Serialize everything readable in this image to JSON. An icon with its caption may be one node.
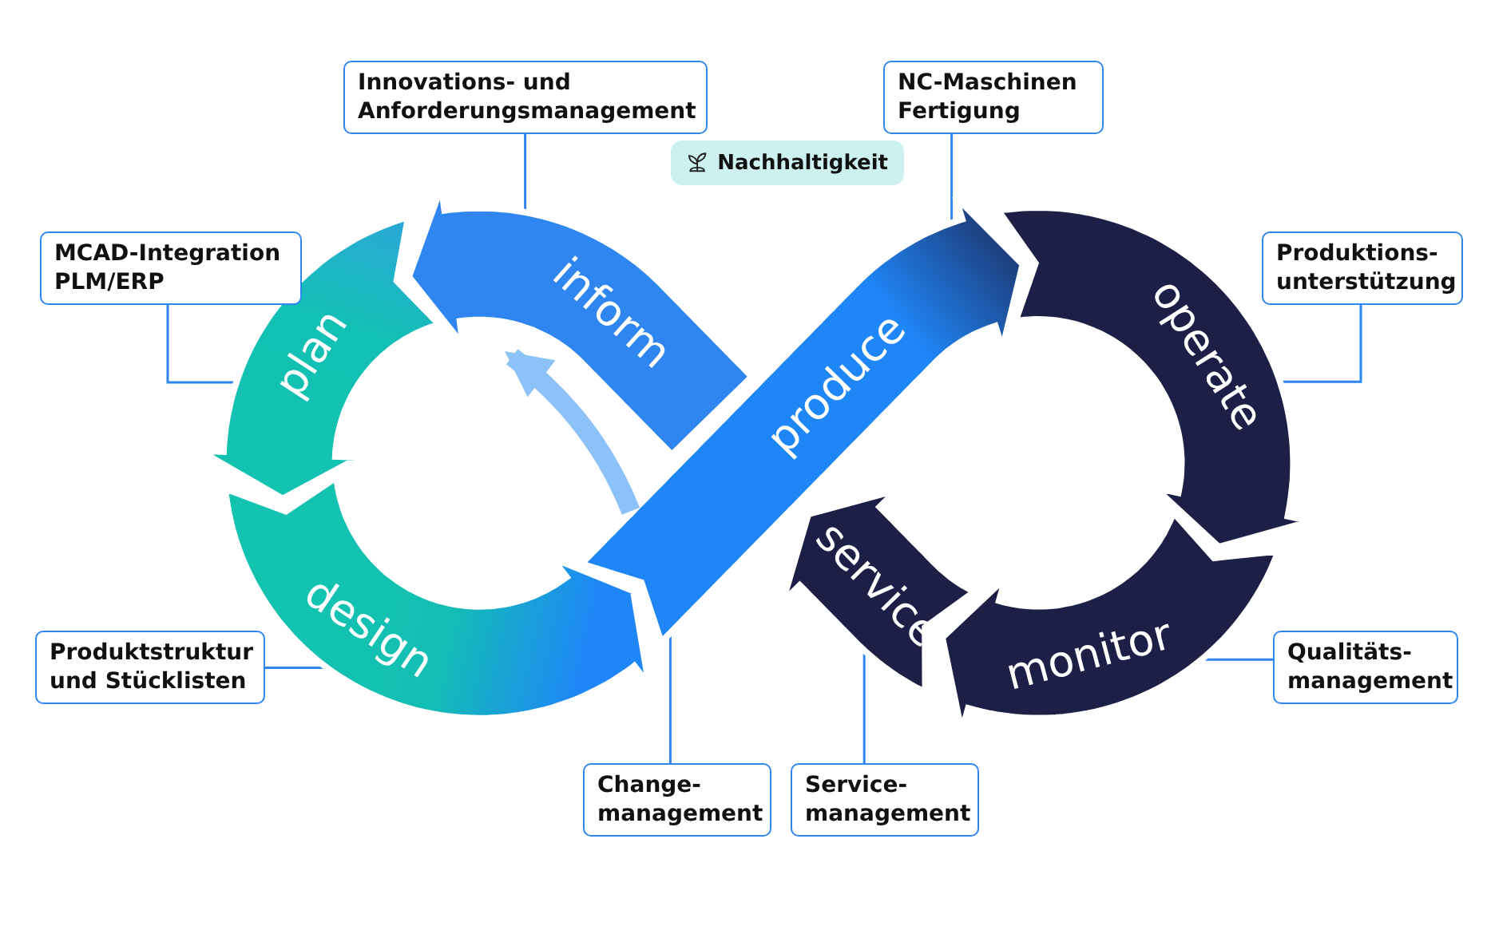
{
  "diagram": {
    "nodes": [
      {
        "text": [
          "Innovations- und Anforderungsmanagement"
        ]
      },
      {
        "text": [
          "NC-Maschinen Fertigung"
        ]
      },
      {
        "text": [
          "Nachhaltigkeit"
        ]
      },
      {
        "text": [
          "MCAD-Integration PLM/ERP"
        ]
      },
      {
        "text": [
          "Produktions- unterstützung"
        ]
      },
      {
        "text": [
          "inform"
        ]
      },
      {
        "text": [
          "plan"
        ]
      },
      {
        "text": [
          "operate"
        ]
      },
      {
        "text": [
          "produce"
        ]
      },
      {
        "text": [
          "service"
        ]
      },
      {
        "text": [
          "design"
        ]
      },
      {
        "text": [
          "monitor"
        ]
      },
      {
        "text": [
          "Produktstruktur und Stücklisten"
        ]
      },
      {
        "text": [
          "Qualitäts- management"
        ]
      },
      {
        "text": [
          "Change- management"
        ]
      },
      {
        "text": [
          "Service- management"
        ]
      }
    ],
    "edges": [
      {
        "from": 0,
        "to": 5,
        "arrow": "none"
      },
      {
        "from": 1,
        "to": 8,
        "arrow": "none"
      },
      {
        "from": 3,
        "to": 6,
        "arrow": "none"
      },
      {
        "from": 4,
        "to": 7,
        "arrow": "none"
      },
      {
        "from": 12,
        "to": 10,
        "arrow": "none"
      },
      {
        "from": 13,
        "to": 11,
        "arrow": "none"
      },
      {
        "from": 14,
        "to": 8,
        "arrow": "none"
      },
      {
        "from": 15,
        "to": 9,
        "arrow": "none"
      },
      {
        "from": 8,
        "to": 5,
        "arrow": "to",
        "style": "thick",
        "color": "#8cc2f7"
      }
    ]
  }
}
